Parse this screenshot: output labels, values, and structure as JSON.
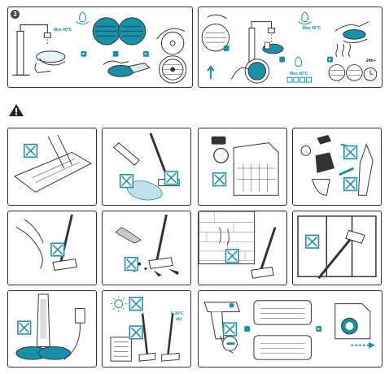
{
  "step_number": "3",
  "labels": {
    "max_temp_a": "Max 40°C",
    "max_temp_b": "Max 40°C",
    "max_temp_c": "Max 40°C",
    "dry_time": "24h+",
    "temp_range": "5-35°C",
    "temp_ok": "ok!"
  },
  "colors": {
    "accent": "#1a8fa8",
    "crossbox": "#1f8fb0",
    "outline": "#333333"
  },
  "icons": [
    "warning-icon",
    "cross-box-icon",
    "sun-icon",
    "clock-icon",
    "water-drop-icon",
    "arrow-icon"
  ]
}
